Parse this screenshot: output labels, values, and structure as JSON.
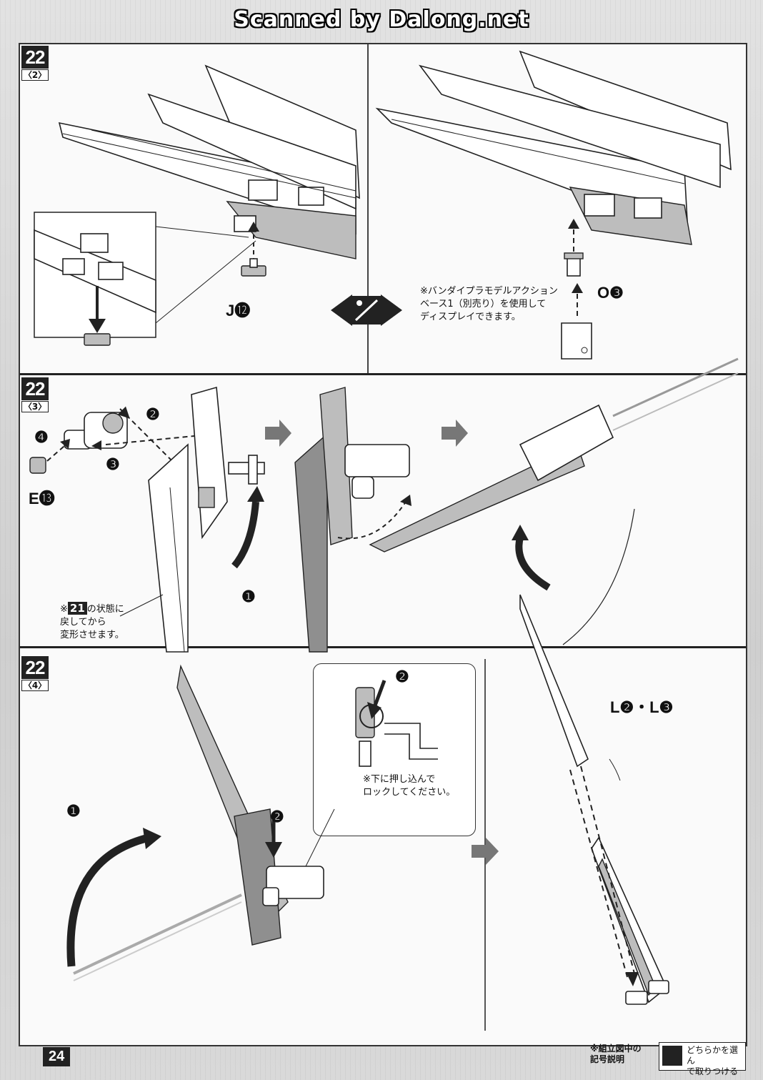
{
  "watermark": "Scanned by Dalong.net",
  "page_number": "24",
  "steps": [
    {
      "number": "22",
      "sub": "〈2〉"
    },
    {
      "number": "22",
      "sub": "〈3〉"
    },
    {
      "number": "22",
      "sub": "〈4〉"
    }
  ],
  "parts": {
    "j12": "J⓬",
    "o3": "O❸",
    "e13": "E⓭",
    "l2l3": "L❷・L❸"
  },
  "numbers": {
    "n1": "❶",
    "n2": "❷",
    "n3": "❸",
    "n4": "❹"
  },
  "notes": {
    "action_base": "※バンダイプラモデルアクション\nベース1（別売り）を使用して\nディスプレイできます。",
    "state21_a": "※",
    "state21_num": "21",
    "state21_b": "の状態に\n戻してから\n変形させます。",
    "push_lock": "※下に押し込んで\nロックしてください。"
  },
  "legend": {
    "title": "※組立図中の\n記号説明",
    "choose": "どちらかを選ん\nで取りつける"
  },
  "colors": {
    "ink": "#222222",
    "paper": "#fafafa",
    "page": "#d7d7d7"
  }
}
